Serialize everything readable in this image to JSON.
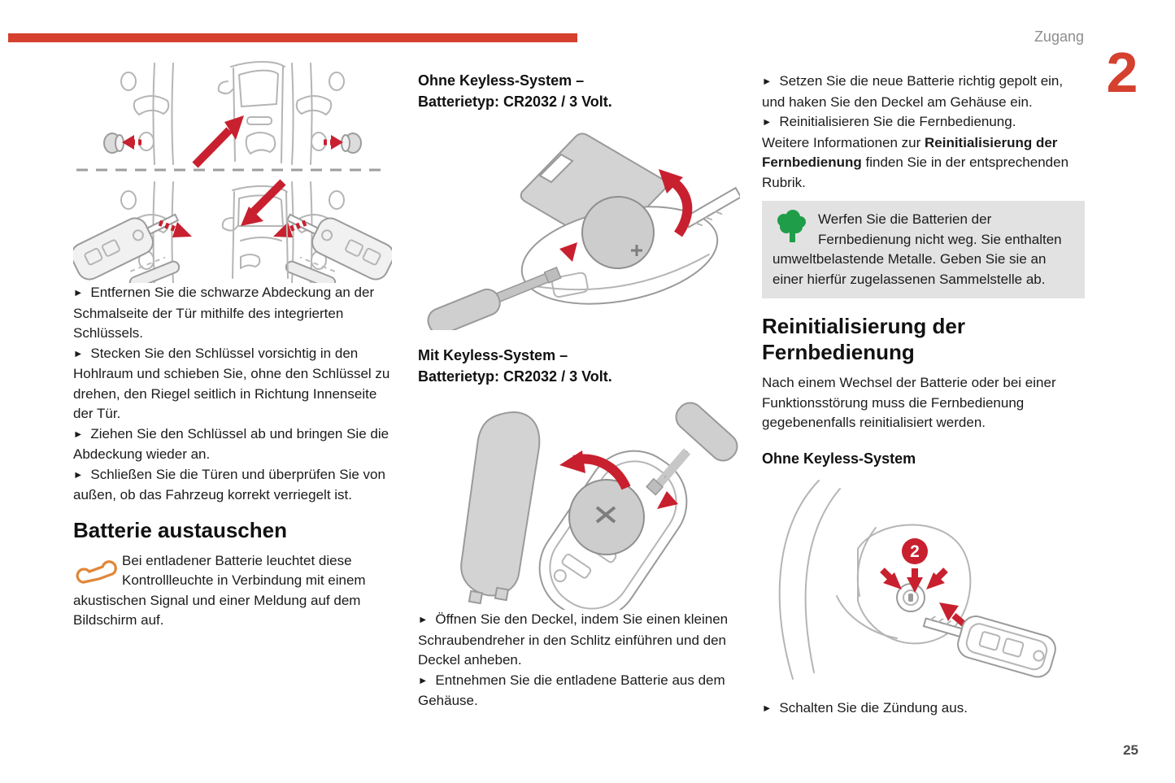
{
  "ui": {
    "bullet_marker": "►"
  },
  "header": {
    "section_label": "Zugang",
    "chapter_number": "2"
  },
  "left_column": {
    "bullets": [
      "Entfernen Sie die schwarze Abdeckung an der Schmalseite der Tür mithilfe des integrierten Schlüssels.",
      "Stecken Sie den Schlüssel vorsichtig in den Hohlraum und schieben Sie, ohne den Schlüssel zu drehen, den Riegel seitlich in Richtung Innenseite der Tür.",
      "Ziehen Sie den Schlüssel ab und bringen Sie die Abdeckung wieder an.",
      "Schließen Sie die Türen und überprüfen Sie von außen, ob das Fahrzeug korrekt verriegelt ist."
    ],
    "section_heading": "Batterie austauschen",
    "note_text": "Bei entladener Batterie leuchtet diese Kontrollleuchte in Verbindung mit einem akustischen Signal und einer Meldung auf dem Bildschirm auf."
  },
  "middle_column": {
    "subheading_1": {
      "line1": "Ohne Keyless-System –",
      "line2": "Batterietyp: CR2032 / 3 Volt."
    },
    "subheading_2": {
      "line1": "Mit Keyless-System –",
      "line2": "Batterietyp: CR2032 / 3 Volt."
    },
    "bullets": [
      "Öffnen Sie den Deckel, indem Sie einen kleinen Schraubendreher in den Schlitz einführen und den Deckel anheben.",
      "Entnehmen Sie die entladene Batterie aus dem Gehäuse."
    ]
  },
  "right_column": {
    "bullets": [
      "Setzen Sie die neue Batterie richtig gepolt ein, und haken Sie den Deckel am Gehäuse ein.",
      "Reinitialisieren Sie die Fernbedienung."
    ],
    "info_sentence": {
      "plain1": "Weitere Informationen zur ",
      "bold": "Reinitialisierung der Fernbedienung",
      "plain2": " finden Sie in der entsprechenden Rubrik."
    },
    "eco_note": "Werfen Sie die Batterien der Fernbedienung nicht weg. Sie enthalten umweltbelastende Metalle. Geben Sie sie an einer hierfür zugelassenen Sammelstelle ab.",
    "section_heading": "Reinitialisierung der Fernbedienung",
    "paragraph": "Nach einem Wechsel der Batterie oder bei einer Funktionsstörung muss die Fernbedienung gegebenenfalls reinitialisiert werden.",
    "subheading": "Ohne Keyless-System",
    "ignition_marker": "2",
    "final_bullet": "Schalten Sie die Zündung aus."
  },
  "footer": {
    "page_number": "25"
  },
  "colors": {
    "accent_red": "#d5402f",
    "arrow_red": "#c8202f",
    "eco_green": "#1f9d49",
    "note_box_gray": "#e2e2e2",
    "wrench_orange": "#e0873a"
  }
}
